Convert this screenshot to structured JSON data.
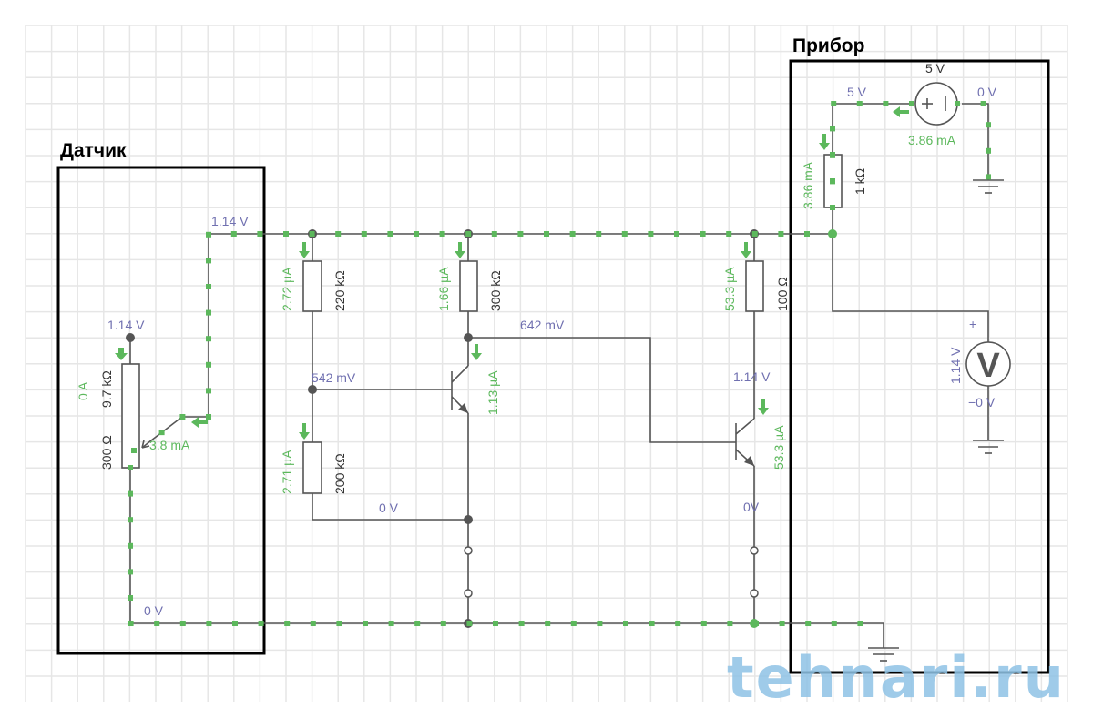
{
  "titles": {
    "sensor": "Датчик",
    "device": "Прибор"
  },
  "watermark": "tehnari.ru",
  "colors": {
    "wire": "#555555",
    "current": "#5cb85c",
    "voltage": "#7070b0",
    "box": "#000000",
    "grid": "#e6e6e6",
    "watermark": "#8fc3e6"
  },
  "sensor": {
    "pot_top_voltage": "1.14 V",
    "pot_current": "0 A",
    "pot_upper_resistance": "9.7 kΩ",
    "pot_lower_resistance": "300 Ω",
    "wiper_current": "3.8 mA",
    "wiper_net_voltage": "1.14 V",
    "ground_voltage": "0 V"
  },
  "stage1": {
    "r_top_current": "2.72 µA",
    "r_top_value": "220 kΩ",
    "r_bottom_current": "2.71 µA",
    "r_bottom_value": "200 kΩ",
    "base_voltage": "542 mV",
    "emitter_voltage": "0 V",
    "rc_current": "1.66 µA",
    "rc_value": "300 kΩ",
    "collector_current": "1.13 µA",
    "collector_voltage": "642 mV"
  },
  "stage2": {
    "rc_current": "53.3 µA",
    "rc_value": "100 Ω",
    "collector_voltage": "1.14 V",
    "collector_current": "53.3 µA",
    "emitter_voltage": "0V"
  },
  "device": {
    "source_voltage": "5 V",
    "source_pos_net": "5 V",
    "source_neg_net": "0 V",
    "source_current": "3.86 mA",
    "r_current": "3.86 mA",
    "r_value": "1 kΩ",
    "meter_reading": "1.14 V",
    "meter_plus": "+",
    "meter_minus_net": "−0 V",
    "meter_symbol": "V"
  }
}
